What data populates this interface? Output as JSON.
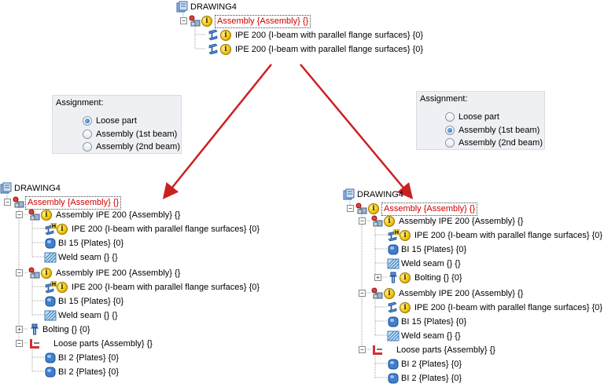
{
  "colors": {
    "selected_text": "#d10000",
    "arrow": "#cc2020",
    "panel_bg": "#eef0f4"
  },
  "top_tree": {
    "root": "DRAWING4",
    "selected": "Assembly {Assembly} {}",
    "items": [
      "IPE 200 {I-beam with parallel flange surfaces} {0}",
      "IPE 200 {I-beam with parallel flange surfaces} {0}"
    ]
  },
  "left_panel": {
    "title": "Assignment:",
    "options": [
      "Loose part",
      "Assembly (1st beam)",
      "Assembly (2nd beam)"
    ],
    "selected_index": 0
  },
  "right_panel": {
    "title": "Assignment:",
    "options": [
      "Loose part",
      "Assembly (1st beam)",
      "Assembly (2nd beam)"
    ],
    "selected_index": 1
  },
  "left_tree": {
    "root": "DRAWING4",
    "selected": "Assembly {Assembly} {}",
    "asm1": "Assembly IPE 200 {Assembly} {}",
    "asm1_items": [
      "IPE 200 {I-beam with parallel flange surfaces} {0}",
      "BI 15 {Plates} {0}",
      "Weld seam {} {}"
    ],
    "asm2": "Assembly IPE 200 {Assembly} {}",
    "asm2_items": [
      "IPE 200 {I-beam with parallel flange surfaces} {0}",
      "BI 15 {Plates} {0}",
      "Weld seam {} {}"
    ],
    "bolting": "Bolting {} {0}",
    "loose": "Loose parts {Assembly} {}",
    "loose_items": [
      "BI 2 {Plates} {0}",
      "BI 2 {Plates} {0}"
    ]
  },
  "right_tree": {
    "root": "DRAWING4",
    "selected": "Assembly {Assembly} {}",
    "asm1": "Assembly IPE 200 {Assembly} {}",
    "asm1_items": [
      "IPE 200 {I-beam with parallel flange surfaces} {0}",
      "BI 15 {Plates} {0}",
      "Weld seam {} {}",
      "Bolting {} {0}"
    ],
    "asm2": "Assembly IPE 200 {Assembly} {}",
    "asm2_items": [
      "IPE 200 {I-beam with parallel flange surfaces} {0}",
      "BI 15 {Plates} {0}",
      "Weld seam {} {}"
    ],
    "loose": "Loose parts {Assembly} {}",
    "loose_items": [
      "BI 2 {Plates} {0}",
      "BI 2 {Plates} {0}"
    ]
  }
}
